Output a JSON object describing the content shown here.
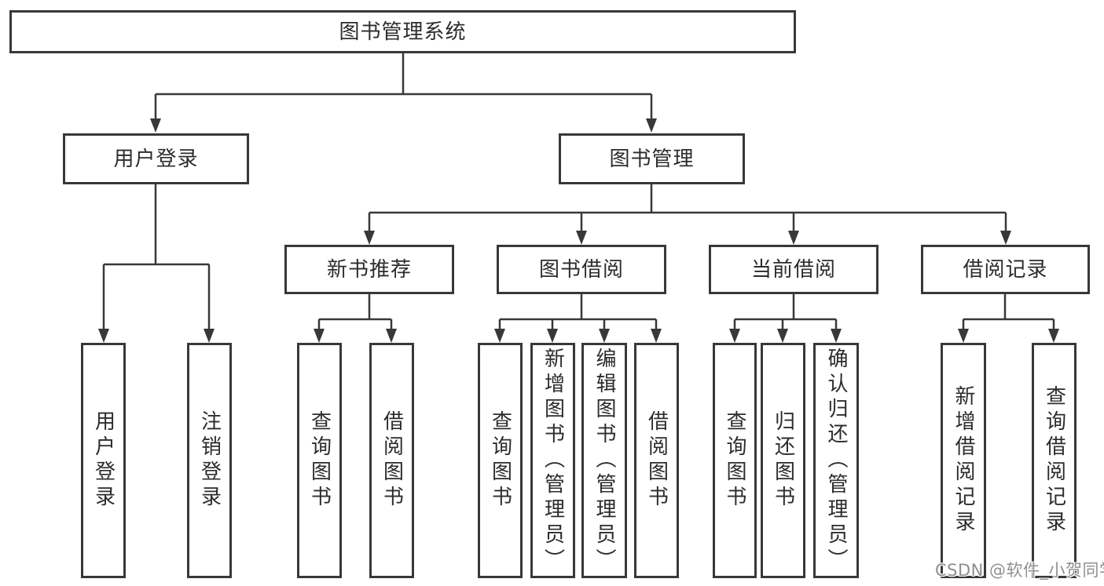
{
  "diagram": {
    "root": {
      "label": "图书管理系统"
    },
    "branches": [
      {
        "label": "用户登录",
        "children": [
          "用户登录",
          "注销登录"
        ]
      },
      {
        "label": "图书管理",
        "sections": [
          {
            "label": "新书推荐",
            "children": [
              "查询图书",
              "借阅图书"
            ]
          },
          {
            "label": "图书借阅",
            "children": [
              "查询图书",
              "新增图书（管理员）",
              "编辑图书（管理员）",
              "借阅图书"
            ]
          },
          {
            "label": "当前借阅",
            "children": [
              "查询图书",
              "归还图书",
              "确认归还（管理员）"
            ]
          },
          {
            "label": "借阅记录",
            "children": [
              "新增借阅记录",
              "查询借阅记录"
            ]
          }
        ]
      }
    ]
  },
  "watermark": {
    "text": "CSDN @软件_小贺同学"
  },
  "colors": {
    "line": "#383838",
    "box_border": "#383838",
    "text": "#2c2c2c",
    "watermark": "#8f8f8f",
    "background": "#ffffff"
  }
}
